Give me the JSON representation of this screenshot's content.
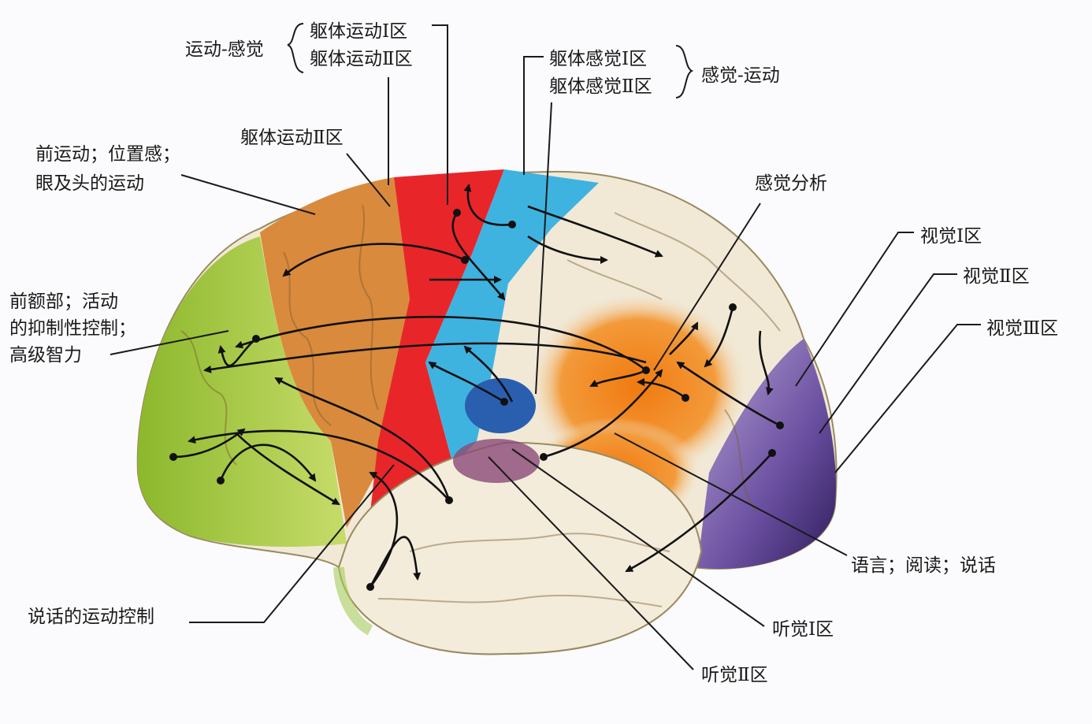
{
  "labels": {
    "motor_sensory": "运动-感觉",
    "somatic_motor_1": "躯体运动Ⅰ区",
    "somatic_motor_2_top": "躯体运动Ⅱ区",
    "somatic_sensory_1": "躯体感觉Ⅰ区",
    "somatic_sensory_2": "躯体感觉Ⅱ区",
    "sensory_motor": "感觉-运动",
    "somatic_motor_2": "躯体运动Ⅱ区",
    "premotor_line1": "前运动；位置感；",
    "premotor_line2": "眼及头的运动",
    "sensory_analysis": "感觉分析",
    "visual_1": "视觉Ⅰ区",
    "visual_2": "视觉Ⅱ区",
    "visual_3": "视觉Ⅲ区",
    "prefrontal_line1": "前额部；活动",
    "prefrontal_line2": "的抑制性控制；",
    "prefrontal_line3": "高级智力",
    "language": "语言；阅读；说话",
    "speech_motor": "说话的运动控制",
    "auditory_1": "听觉Ⅰ区",
    "auditory_2": "听觉Ⅱ区"
  },
  "colors": {
    "frontal": "#9cc43a",
    "premotor": "#d98a3c",
    "motor": "#e8262a",
    "sensory": "#3fb3e0",
    "association": "#f1e9d6",
    "sensory_analysis": "#f08a1c",
    "visual": "#6a4fa0"
  }
}
